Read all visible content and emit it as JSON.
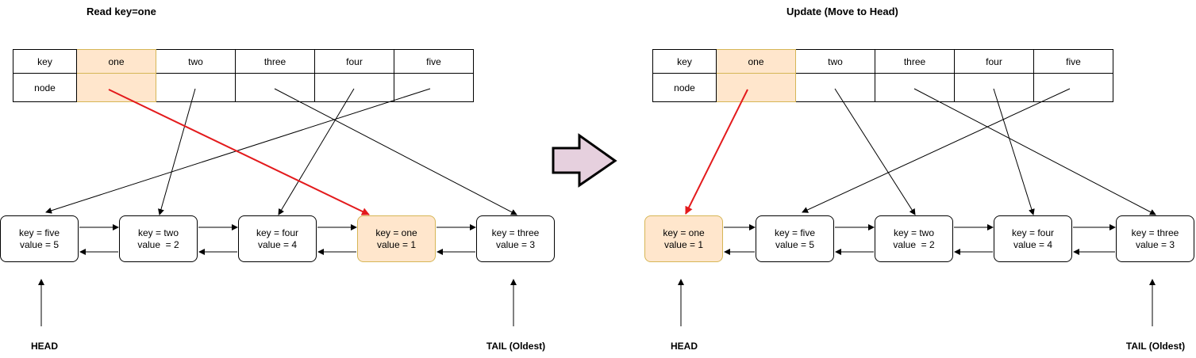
{
  "left_panel": {
    "title": "Read key=one",
    "table": {
      "row_labels": [
        "key",
        "node"
      ],
      "keys": [
        "one",
        "two",
        "three",
        "four",
        "five"
      ],
      "highlight_index": 0
    },
    "list": [
      {
        "key_text": "key = five",
        "value_text": "value = 5"
      },
      {
        "key_text": "key = two",
        "value_text": "value  = 2"
      },
      {
        "key_text": "key = four",
        "value_text": "value = 4"
      },
      {
        "key_text": "key = one",
        "value_text": "value = 1"
      },
      {
        "key_text": "key = three",
        "value_text": "value = 3"
      }
    ],
    "highlight_node_index": 3,
    "head_label": "HEAD",
    "tail_label": "TAIL (Oldest)"
  },
  "right_panel": {
    "title": "Update (Move to Head)",
    "table": {
      "row_labels": [
        "key",
        "node"
      ],
      "keys": [
        "one",
        "two",
        "three",
        "four",
        "five"
      ],
      "highlight_index": 0
    },
    "list": [
      {
        "key_text": "key = one",
        "value_text": "value = 1"
      },
      {
        "key_text": "key = five",
        "value_text": "value = 5"
      },
      {
        "key_text": "key = two",
        "value_text": "value  = 2"
      },
      {
        "key_text": "key = four",
        "value_text": "value = 4"
      },
      {
        "key_text": "key = three",
        "value_text": "value = 3"
      }
    ],
    "highlight_node_index": 0,
    "head_label": "HEAD",
    "tail_label": "TAIL (Oldest)"
  },
  "colors": {
    "highlight_fill": "#ffe6cc",
    "highlight_border": "#d6b656",
    "pointer_highlight": "#e31a1c",
    "transition_arrow_fill": "#e6d0de"
  }
}
